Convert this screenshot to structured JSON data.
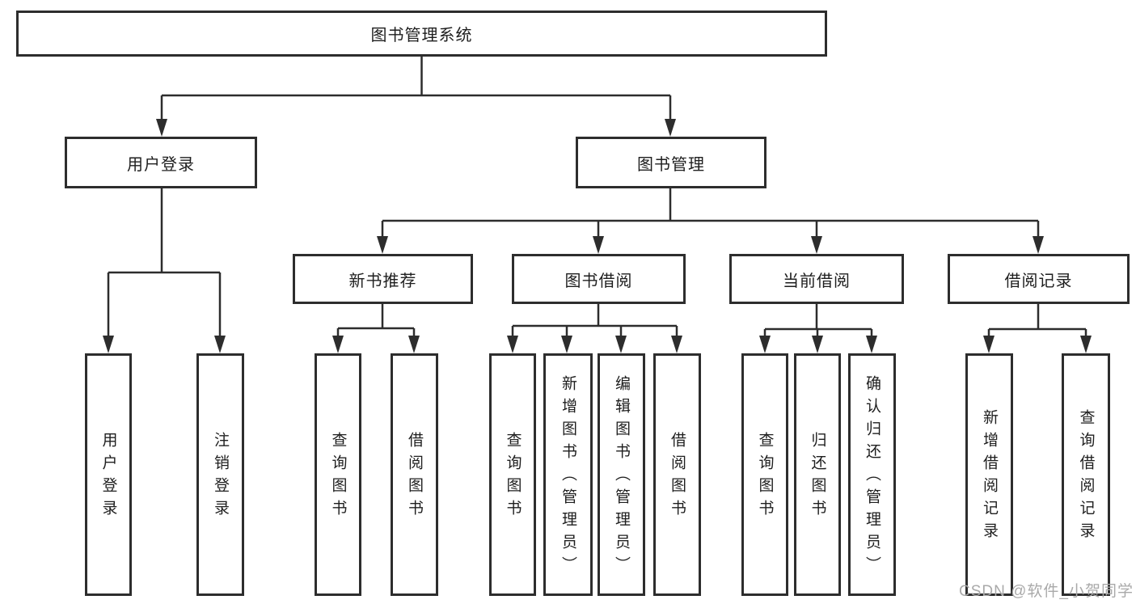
{
  "tree": {
    "root": {
      "label": "图书管理系统",
      "children": [
        {
          "label": "用户登录",
          "children": [
            {
              "label": "用户登录"
            },
            {
              "label": "注销登录"
            }
          ]
        },
        {
          "label": "图书管理",
          "children": [
            {
              "label": "新书推荐",
              "children": [
                {
                  "label": "查询图书"
                },
                {
                  "label": "借阅图书"
                }
              ]
            },
            {
              "label": "图书借阅",
              "children": [
                {
                  "label": "查询图书"
                },
                {
                  "label": "新增图书（管理员）"
                },
                {
                  "label": "编辑图书（管理员）"
                },
                {
                  "label": "借阅图书"
                }
              ]
            },
            {
              "label": "当前借阅",
              "children": [
                {
                  "label": "查询图书"
                },
                {
                  "label": "归还图书"
                },
                {
                  "label": "确认归还（管理员）"
                }
              ]
            },
            {
              "label": "借阅记录",
              "children": [
                {
                  "label": "新增借阅记录"
                },
                {
                  "label": "查询借阅记录"
                }
              ]
            }
          ]
        }
      ]
    }
  },
  "watermark": {
    "text": "CSDN @软件_小贺同学"
  },
  "colors": {
    "line": "#2d2d2d",
    "text": "#1e1e1e",
    "watermark": "#a9a9a9",
    "background": "#ffffff"
  }
}
